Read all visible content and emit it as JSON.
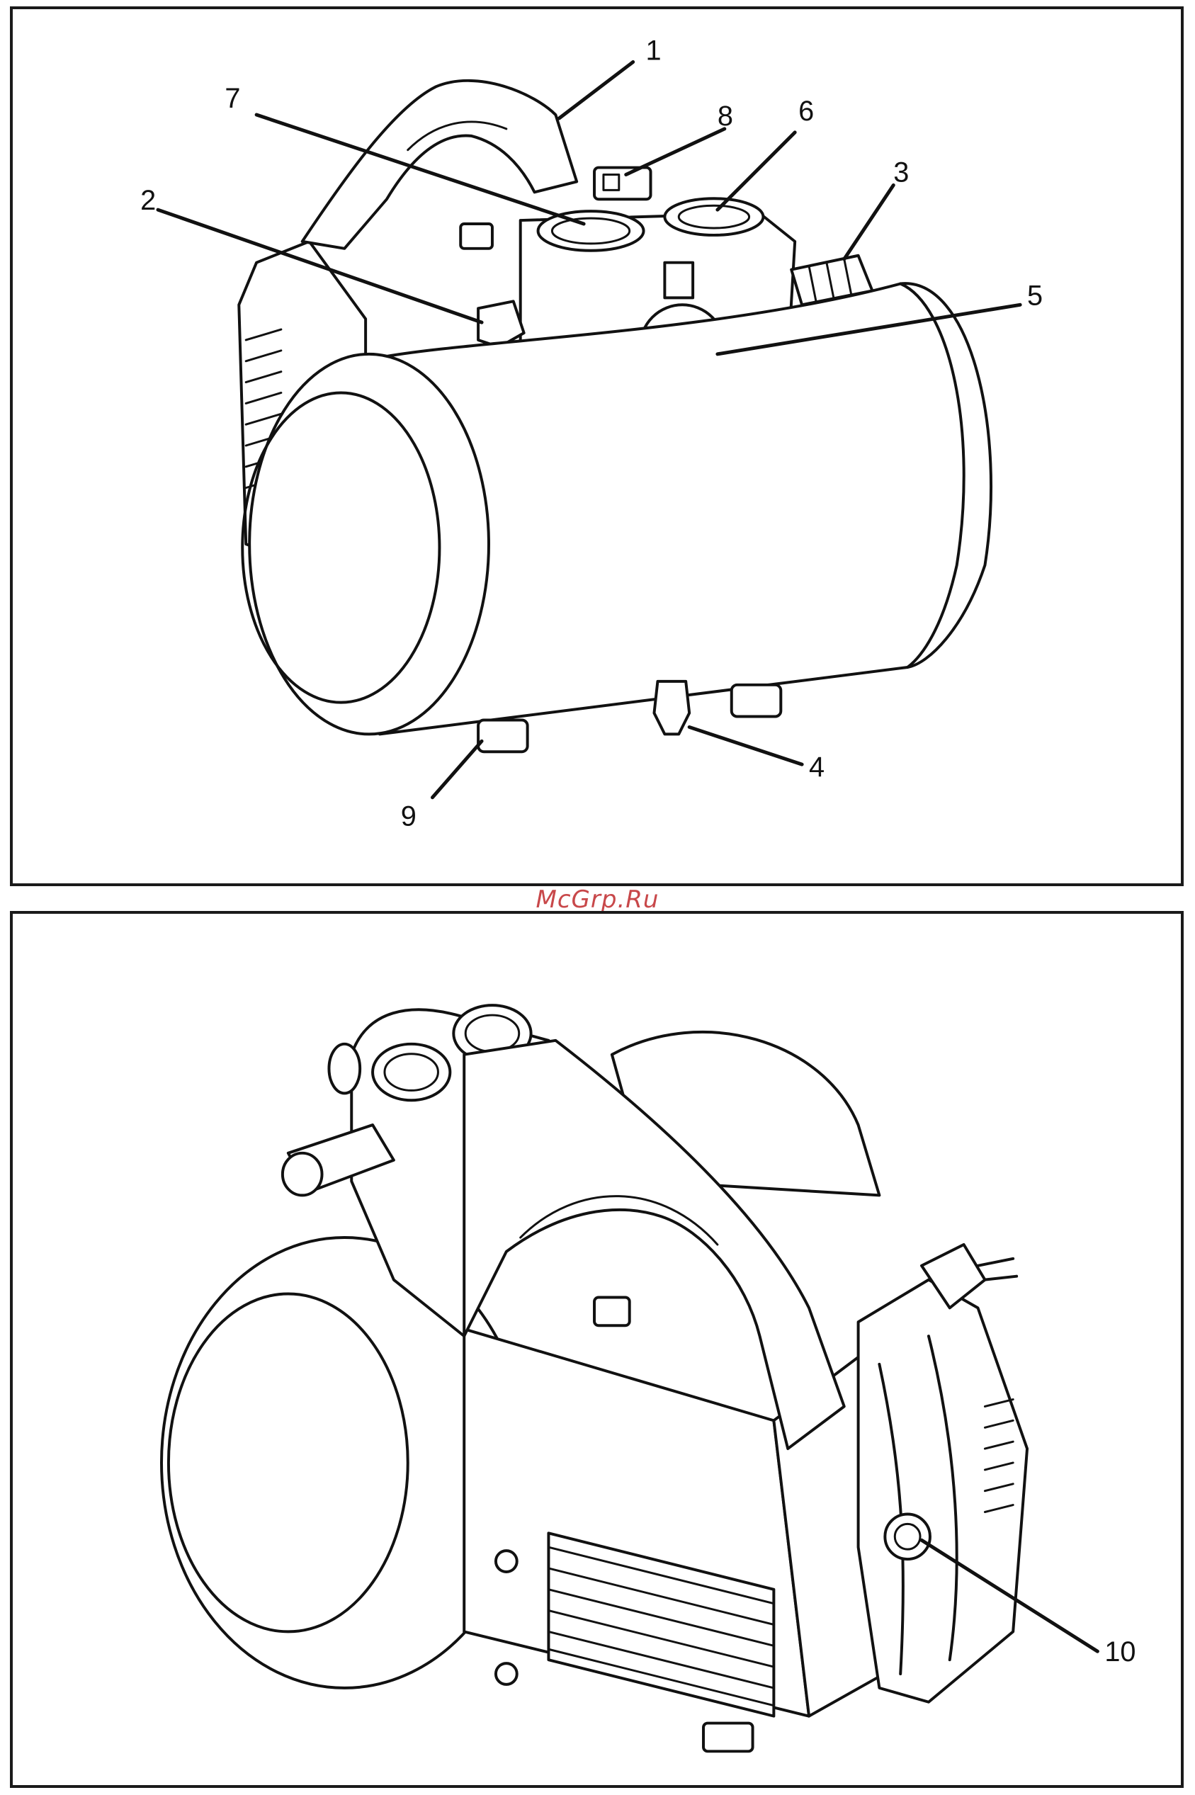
{
  "watermark": "McGrp.Ru",
  "figure_top": {
    "callouts": [
      {
        "id": "callout-1",
        "label": "1"
      },
      {
        "id": "callout-2",
        "label": "2"
      },
      {
        "id": "callout-3",
        "label": "3"
      },
      {
        "id": "callout-4",
        "label": "4"
      },
      {
        "id": "callout-5",
        "label": "5"
      },
      {
        "id": "callout-6",
        "label": "6"
      },
      {
        "id": "callout-7",
        "label": "7"
      },
      {
        "id": "callout-8",
        "label": "8"
      },
      {
        "id": "callout-9",
        "label": "9"
      }
    ]
  },
  "figure_bottom": {
    "callouts": [
      {
        "id": "callout-10",
        "label": "10"
      }
    ]
  }
}
